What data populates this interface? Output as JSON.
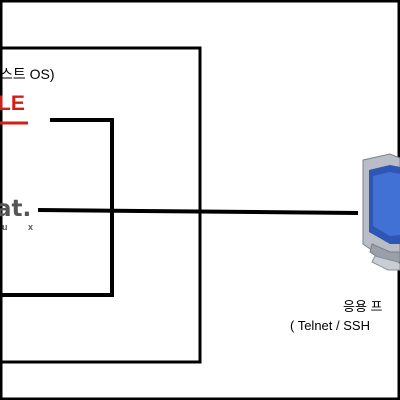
{
  "diagram": {
    "host_label": "스트 OS)",
    "oracle_logo": "LE",
    "redhat_logo": "at.",
    "linux_logo": "u x",
    "app_label": "응용 프",
    "app_sub": "( Telnet / SSH",
    "colors": {
      "oracle_red": "#d21f16",
      "monitor_blue": "#2f56b4",
      "monitor_frame": "#c9cdd4",
      "line": "#000000"
    },
    "icons": [
      "oracle-logo",
      "redhat-logo",
      "monitor-icon"
    ]
  }
}
